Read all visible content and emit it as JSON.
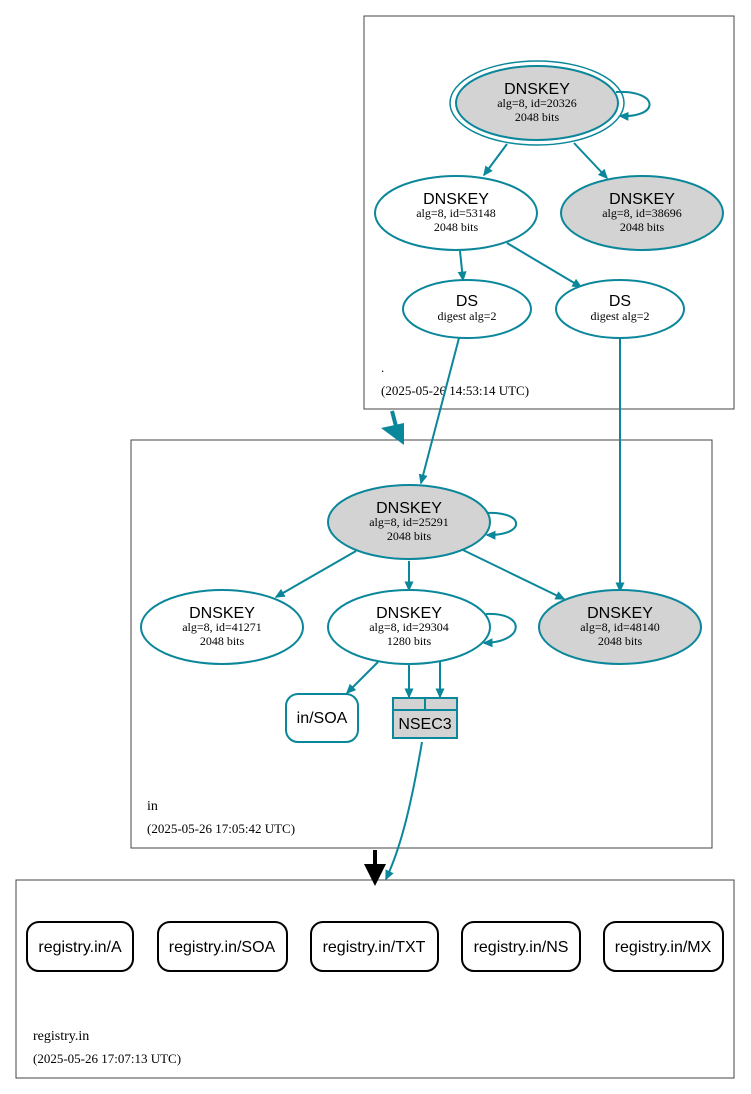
{
  "colors": {
    "edge": "#0a879a",
    "fill_gray": "#d3d3d3",
    "zone_border": "#444444",
    "black": "#000000"
  },
  "zones": {
    "root": {
      "name": ".",
      "timestamp": "(2025-05-26 14:53:14 UTC)"
    },
    "in": {
      "name": "in",
      "timestamp": "(2025-05-26 17:05:42 UTC)"
    },
    "registry": {
      "name": "registry.in",
      "timestamp": "(2025-05-26 17:07:13 UTC)"
    }
  },
  "nodes": {
    "root_ksk": {
      "title": "DNSKEY",
      "line1": "alg=8, id=20326",
      "line2": "2048 bits"
    },
    "root_zsk": {
      "title": "DNSKEY",
      "line1": "alg=8, id=53148",
      "line2": "2048 bits"
    },
    "root_key3": {
      "title": "DNSKEY",
      "line1": "alg=8, id=38696",
      "line2": "2048 bits"
    },
    "root_ds1": {
      "title": "DS",
      "line1": "digest alg=2"
    },
    "root_ds2": {
      "title": "DS",
      "line1": "digest alg=2"
    },
    "in_ksk": {
      "title": "DNSKEY",
      "line1": "alg=8, id=25291",
      "line2": "2048 bits"
    },
    "in_k41271": {
      "title": "DNSKEY",
      "line1": "alg=8, id=41271",
      "line2": "2048 bits"
    },
    "in_zsk": {
      "title": "DNSKEY",
      "line1": "alg=8, id=29304",
      "line2": "1280 bits"
    },
    "in_k48140": {
      "title": "DNSKEY",
      "line1": "alg=8, id=48140",
      "line2": "2048 bits"
    },
    "in_soa": {
      "label": "in/SOA"
    },
    "in_nsec3": {
      "label": "NSEC3"
    }
  },
  "records": [
    {
      "label": "registry.in/A"
    },
    {
      "label": "registry.in/SOA"
    },
    {
      "label": "registry.in/TXT"
    },
    {
      "label": "registry.in/NS"
    },
    {
      "label": "registry.in/MX"
    }
  ]
}
